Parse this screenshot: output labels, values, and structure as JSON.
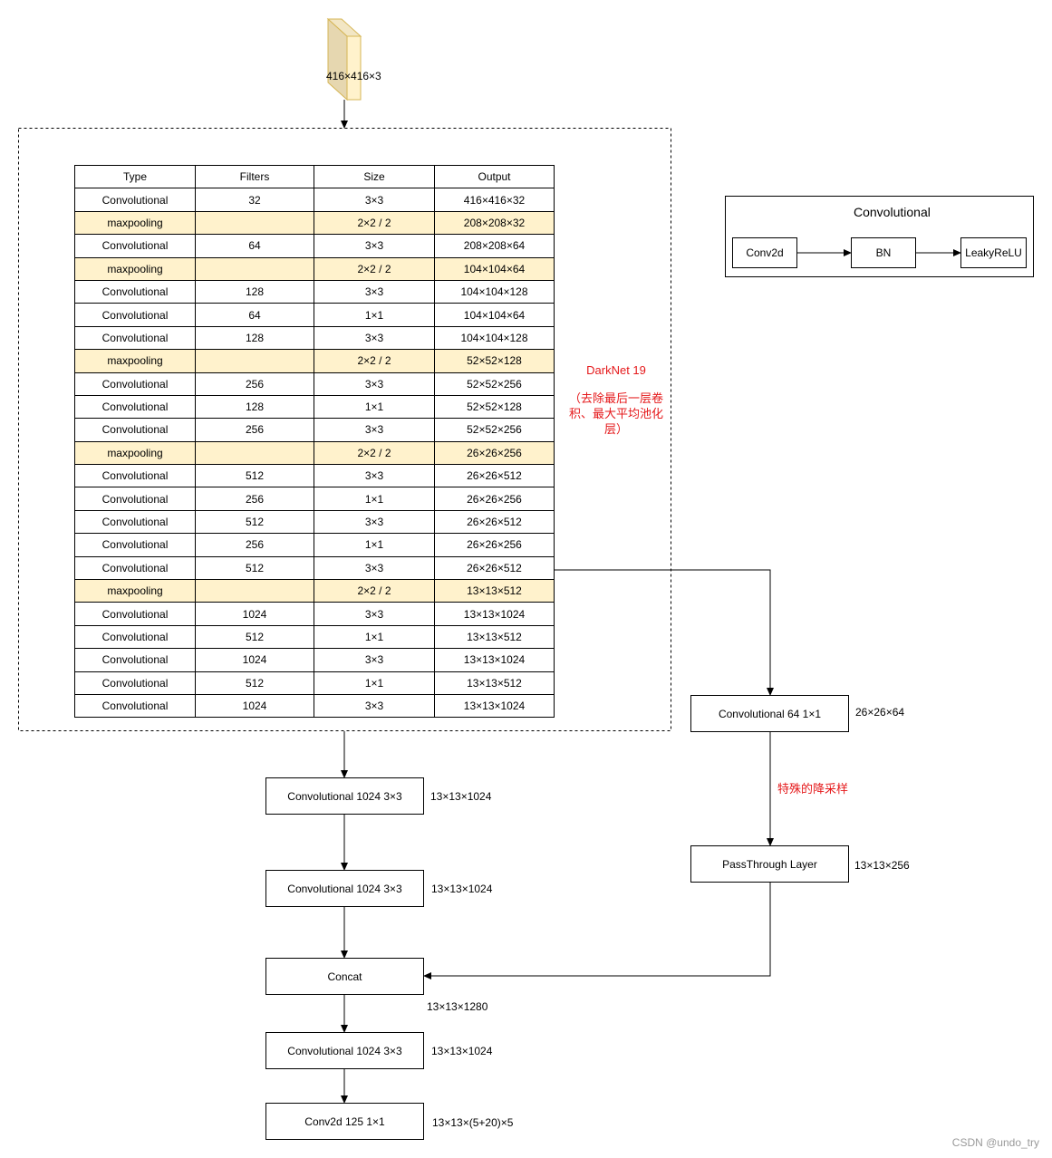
{
  "input": {
    "label": "416×416×3"
  },
  "table": {
    "headers": [
      "Type",
      "Filters",
      "Size",
      "Output"
    ],
    "rows": [
      {
        "type": "Convolutional",
        "filters": "32",
        "size": "3×3",
        "output": "416×416×32",
        "pool": false
      },
      {
        "type": "maxpooling",
        "filters": "",
        "size": "2×2 / 2",
        "output": "208×208×32",
        "pool": true
      },
      {
        "type": "Convolutional",
        "filters": "64",
        "size": "3×3",
        "output": "208×208×64",
        "pool": false
      },
      {
        "type": "maxpooling",
        "filters": "",
        "size": "2×2 / 2",
        "output": "104×104×64",
        "pool": true
      },
      {
        "type": "Convolutional",
        "filters": "128",
        "size": "3×3",
        "output": "104×104×128",
        "pool": false
      },
      {
        "type": "Convolutional",
        "filters": "64",
        "size": "1×1",
        "output": "104×104×64",
        "pool": false
      },
      {
        "type": "Convolutional",
        "filters": "128",
        "size": "3×3",
        "output": "104×104×128",
        "pool": false
      },
      {
        "type": "maxpooling",
        "filters": "",
        "size": "2×2 / 2",
        "output": "52×52×128",
        "pool": true
      },
      {
        "type": "Convolutional",
        "filters": "256",
        "size": "3×3",
        "output": "52×52×256",
        "pool": false
      },
      {
        "type": "Convolutional",
        "filters": "128",
        "size": "1×1",
        "output": "52×52×128",
        "pool": false
      },
      {
        "type": "Convolutional",
        "filters": "256",
        "size": "3×3",
        "output": "52×52×256",
        "pool": false
      },
      {
        "type": "maxpooling",
        "filters": "",
        "size": "2×2 / 2",
        "output": "26×26×256",
        "pool": true
      },
      {
        "type": "Convolutional",
        "filters": "512",
        "size": "3×3",
        "output": "26×26×512",
        "pool": false
      },
      {
        "type": "Convolutional",
        "filters": "256",
        "size": "1×1",
        "output": "26×26×256",
        "pool": false
      },
      {
        "type": "Convolutional",
        "filters": "512",
        "size": "3×3",
        "output": "26×26×512",
        "pool": false
      },
      {
        "type": "Convolutional",
        "filters": "256",
        "size": "1×1",
        "output": "26×26×256",
        "pool": false
      },
      {
        "type": "Convolutional",
        "filters": "512",
        "size": "3×3",
        "output": "26×26×512",
        "pool": false
      },
      {
        "type": "maxpooling",
        "filters": "",
        "size": "2×2 / 2",
        "output": "13×13×512",
        "pool": true
      },
      {
        "type": "Convolutional",
        "filters": "1024",
        "size": "3×3",
        "output": "13×13×1024",
        "pool": false
      },
      {
        "type": "Convolutional",
        "filters": "512",
        "size": "1×1",
        "output": "13×13×512",
        "pool": false
      },
      {
        "type": "Convolutional",
        "filters": "1024",
        "size": "3×3",
        "output": "13×13×1024",
        "pool": false
      },
      {
        "type": "Convolutional",
        "filters": "512",
        "size": "1×1",
        "output": "13×13×512",
        "pool": false
      },
      {
        "type": "Convolutional",
        "filters": "1024",
        "size": "3×3",
        "output": "13×13×1024",
        "pool": false
      }
    ]
  },
  "darknet_note": {
    "title": "DarkNet 19",
    "line1": "（去除最后一层卷",
    "line2": "积、最大平均池化",
    "line3": "层）"
  },
  "legend": {
    "title": "Convolutional",
    "step1": "Conv2d",
    "step2": "BN",
    "step3": "LeakyReLU"
  },
  "main_path": {
    "conv1": {
      "label": "Convolutional 1024 3×3",
      "output": "13×13×1024"
    },
    "conv2": {
      "label": "Convolutional 1024 3×3",
      "output": "13×13×1024"
    },
    "concat": {
      "label": "Concat",
      "output": "13×13×1280"
    },
    "conv3": {
      "label": "Convolutional 1024 3×3",
      "output": "13×13×1024"
    },
    "final": {
      "label": "Conv2d 125 1×1",
      "output": "13×13×(5+20)×5"
    }
  },
  "side_path": {
    "conv": {
      "label": "Convolutional 64 1×1",
      "output": "26×26×64"
    },
    "downsample_note": "特殊的降采样",
    "passthrough": {
      "label": "PassThrough Layer",
      "output": "13×13×256"
    }
  },
  "watermark": "CSDN @undo_try",
  "colors": {
    "pool_row": "#fff2cc",
    "input_front": "#fff2cc",
    "input_side": "#e6d7b0",
    "input_border": "#d6b656",
    "note": "#e5191b"
  }
}
